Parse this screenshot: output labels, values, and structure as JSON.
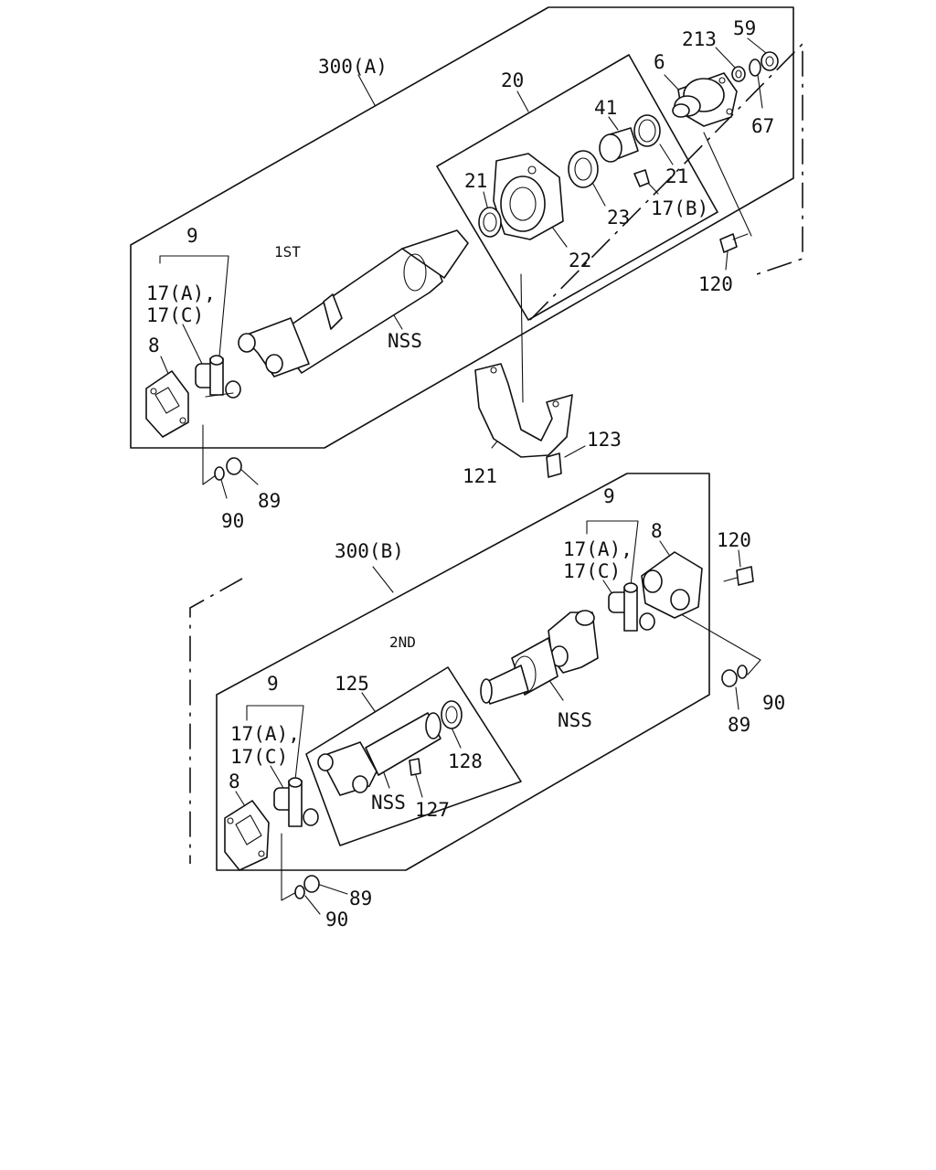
{
  "labels": {
    "assy_a": "300(A)",
    "assy_b": "300(B)",
    "section_1st": "1ST",
    "section_2nd": "2ND",
    "p20": "20",
    "p6": "6",
    "p213": "213",
    "p59": "59",
    "p67": "67",
    "p41": "41",
    "p21_top": "21",
    "p21_left": "21",
    "p23": "23",
    "p17b": "17(B)",
    "p22": "22",
    "p120_top": "120",
    "p9_top": "9",
    "p17a_top": "17(A),",
    "p17c_top": "17(C)",
    "p8_top": "8",
    "nss_top": "NSS",
    "p121": "121",
    "p123": "123",
    "p89_top": "89",
    "p90_top": "90",
    "p9_right": "9",
    "p17a_right": "17(A),",
    "p17c_right": "17(C)",
    "p8_right": "8",
    "p120_right": "120",
    "p90_right": "90",
    "p89_right": "89",
    "nss_mid": "NSS",
    "p125": "125",
    "p128": "128",
    "nss_low": "NSS",
    "p127": "127",
    "p9_left": "9",
    "p17a_left": "17(A),",
    "p17c_left": "17(C)",
    "p8_left": "8",
    "p89_bottom": "89",
    "p90_bottom": "90"
  },
  "colors": {
    "line": "#111111",
    "background": "#ffffff"
  }
}
